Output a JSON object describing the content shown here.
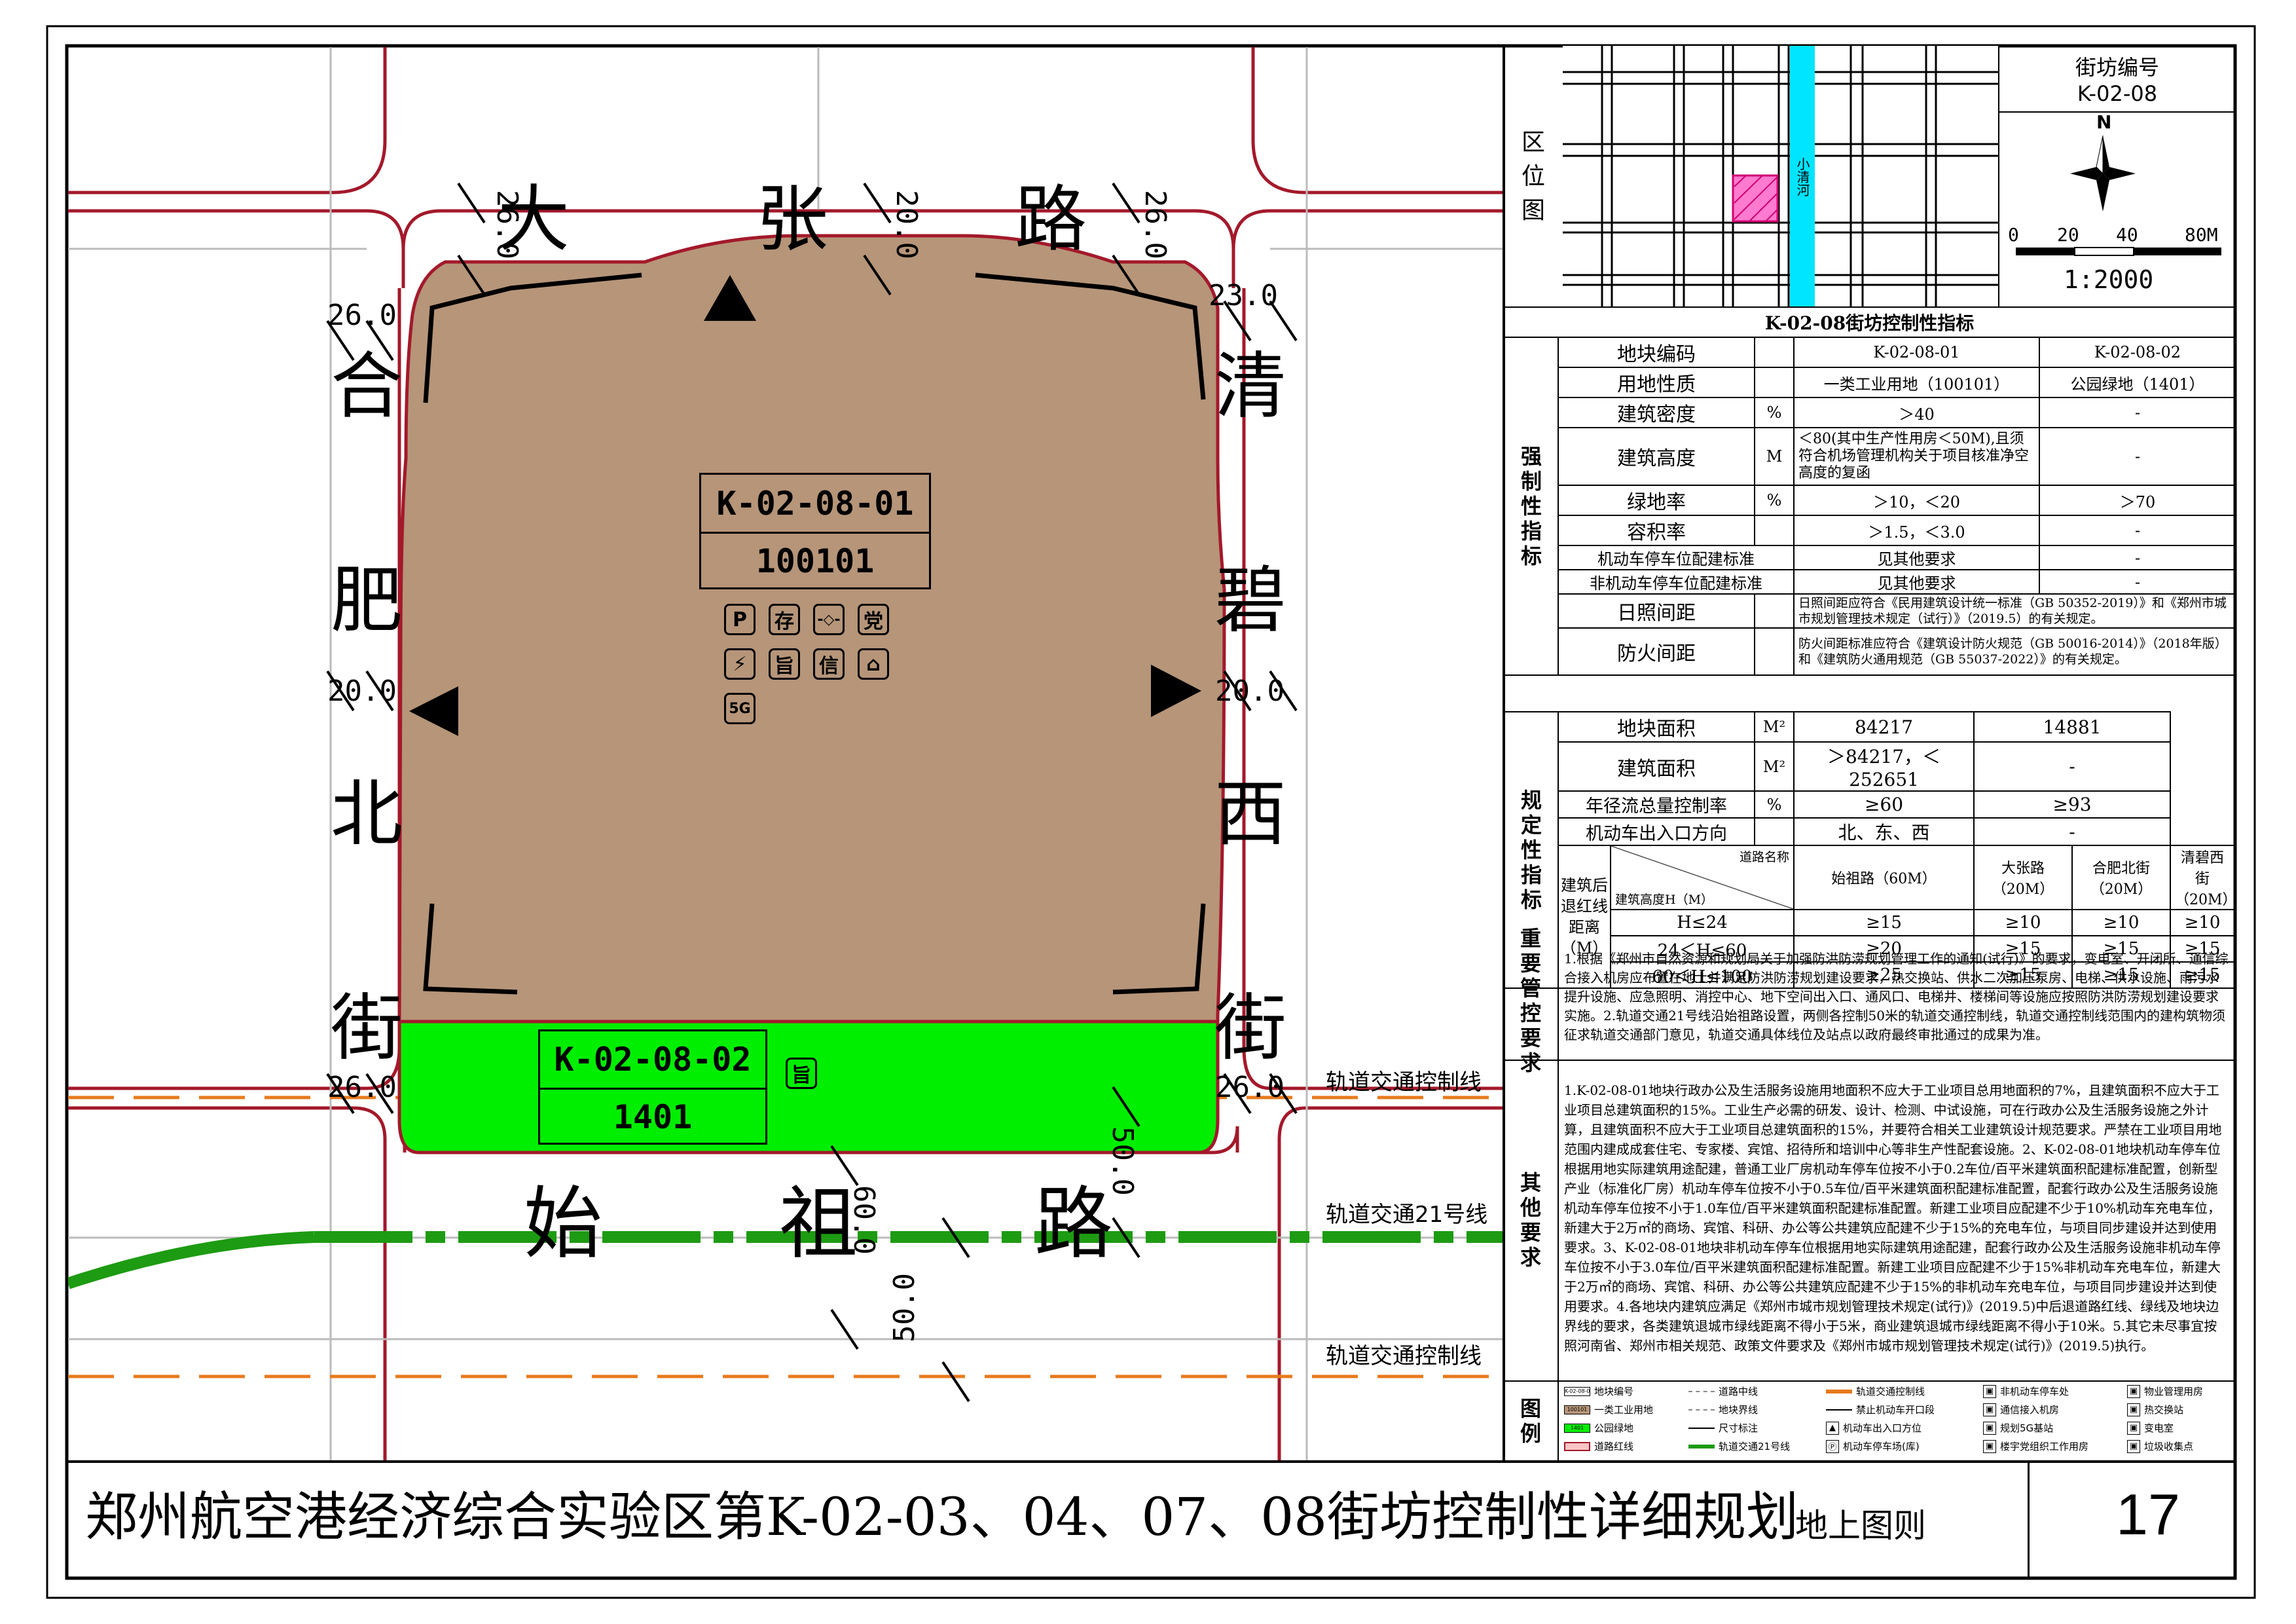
{
  "block_no_header": "街坊编号",
  "block_no": "K-02-08",
  "location_label": "区位图",
  "north_label": "N",
  "scale_ticks": [
    "0",
    "20",
    "40",
    "80M"
  ],
  "scale_ratio": "1:2000",
  "location_map_labels": {
    "river": "小清河"
  },
  "roads": {
    "top": "大张路",
    "left": "合肥北街",
    "right": "清碧西街",
    "bottom": "始祖路"
  },
  "road_widths": {
    "top_left": "26.0",
    "top_mid": "20.0",
    "top_right": "26.0",
    "left_top": "26.0",
    "right_top": "23.0",
    "left_mid": "20.0",
    "right_mid": "20.0",
    "left_bottom": "26.0",
    "right_bottom": "26.0",
    "bottom_60": "60.0",
    "bottom_50a": "50.0",
    "bottom_50b": "50.0"
  },
  "rail_lines": {
    "control_top": "轨道交通控制线",
    "line21": "轨道交通21号线",
    "control_bottom": "轨道交通控制线"
  },
  "parcel1": {
    "code": "K-02-08-01",
    "use": "100101",
    "badges": [
      "P",
      "存",
      "-◇-",
      "党",
      "⚡",
      "旨",
      "信",
      "⌂",
      "5G"
    ]
  },
  "parcel2": {
    "code": "K-02-08-02",
    "use": "1401",
    "badge": "旨"
  },
  "indicator_title": "K-02-08街坊控制性指标",
  "sections": {
    "mandatory": "强制性指标",
    "regulatory": "规定性指标",
    "important": "重要管控要求",
    "other": "其他要求",
    "legend": "图例"
  },
  "mandatory_rows": [
    {
      "label": "地块编码",
      "unit": "",
      "v1": "K-02-08-01",
      "v2": "K-02-08-02"
    },
    {
      "label": "用地性质",
      "unit": "",
      "v1": "一类工业用地（100101）",
      "v2": "公园绿地（1401）"
    },
    {
      "label": "建筑密度",
      "unit": "%",
      "v1": "＞40",
      "v2": "-"
    },
    {
      "label": "建筑高度",
      "unit": "M",
      "v1": "＜80(其中生产性用房＜50M),且须符合机场管理机构关于项目核准净空高度的复函",
      "v2": "-"
    },
    {
      "label": "绿地率",
      "unit": "%",
      "v1": "＞10，＜20",
      "v2": "＞70"
    },
    {
      "label": "容积率",
      "unit": "",
      "v1": "＞1.5，＜3.0",
      "v2": "-"
    },
    {
      "label": "机动车停车位配建标准",
      "unit": "",
      "v1": "见其他要求",
      "v2": "-"
    },
    {
      "label": "非机动车停车位配建标准",
      "unit": "",
      "v1": "见其他要求",
      "v2": "-"
    },
    {
      "label": "日照间距",
      "unit": "",
      "text": "日照间距应符合《民用建筑设计统一标准（GB 50352-2019）》和《郑州市城市规划管理技术规定（试行）》（2019.5）的有关规定。"
    },
    {
      "label": "防火间距",
      "unit": "",
      "text": "防火间距标准应符合《建筑设计防火规范（GB 50016-2014）》（2018年版）和《建筑防火通用规范（GB 55037-2022）》的有关规定。"
    }
  ],
  "regulatory_rows": [
    {
      "label": "地块面积",
      "unit": "M²",
      "v1": "84217",
      "v2": "14881"
    },
    {
      "label": "建筑面积",
      "unit": "M²",
      "v1": "＞84217，＜252651",
      "v2": "-"
    },
    {
      "label": "年径流总量控制率",
      "unit": "%",
      "v1": "≥60",
      "v2": "≥93"
    },
    {
      "label": "机动车出入口方向",
      "unit": "",
      "v1": "北、东、西",
      "v2": "-"
    }
  ],
  "setback": {
    "side_label": "建筑后退红线距离（M）",
    "diag_top": "道路名称",
    "diag_bottom": "建筑高度H（M）",
    "roads": [
      "始祖路（60M）",
      "大张路（20M）",
      "合肥北街（20M）",
      "清碧西街（20M）"
    ],
    "rows": [
      {
        "h": "H≤24",
        "vals": [
          "≥15",
          "≥10",
          "≥10",
          "≥10"
        ]
      },
      {
        "h": "24＜H≤60",
        "vals": [
          "≥20",
          "≥15",
          "≥15",
          "≥15"
        ]
      },
      {
        "h": "60＜H≤100",
        "vals": [
          "≥25",
          "≥15",
          "≥15",
          "≥15"
        ]
      }
    ]
  },
  "important_text": "1.根据《郑州市自然资源和规划局关于加强防洪防涝规划管理工作的通知(试行)》的要求，变电室、开闭所、通信综合接入机房应布置在地上并满足防洪防涝规划建设要求，热交换站、供水二次加压泵房、电梯、供水设施、雨污水提升设施、应急照明、消控中心、地下空间出入口、通风口、电梯井、楼梯间等设施应按照防洪防涝规划建设要求实施。2.轨道交通21号线沿始祖路设置，两侧各控制50米的轨道交通控制线，轨道交通控制线范围内的建构筑物须征求轨道交通部门意见，轨道交通具体线位及站点以政府最终审批通过的成果为准。",
  "other_text": "1.K-02-08-01地块行政办公及生活服务设施用地面积不应大于工业项目总用地面积的7%，且建筑面积不应大于工业项目总建筑面积的15%。工业生产必需的研发、设计、检测、中试设施，可在行政办公及生活服务设施之外计算，且建筑面积不应大于工业项目总建筑面积的15%，并要符合相关工业建筑设计规范要求。严禁在工业项目用地范围内建成成套住宅、专家楼、宾馆、招待所和培训中心等非生产性配套设施。2、K-02-08-01地块机动车停车位根据用地实际建筑用途配建，普通工业厂房机动车停车位按不小于0.2车位/百平米建筑面积配建标准配置，创新型产业（标准化厂房）机动车停车位按不小于0.5车位/百平米建筑面积配建标准配置，配套行政办公及生活服务设施机动车停车位按不小于1.0车位/百平米建筑面积配建标准配置。新建工业项目应配建不少于10%机动车充电车位，新建大于2万㎡的商场、宾馆、科研、办公等公共建筑应配建不少于15%的充电车位，与项目同步建设并达到使用要求。3、K-02-08-01地块非机动车停车位根据用地实际建筑用途配建，配套行政办公及生活服务设施非机动车停车位按不小于3.0车位/百平米建筑面积配建标准配置。新建工业项目应配建不少于15%非机动车充电车位，新建大于2万㎡的商场、宾馆、科研、办公等公共建筑应配建不少于15%的非机动车充电车位，与项目同步建设并达到使用要求。4.各地块内建筑应满足《郑州市城市规划管理技术规定(试行)》(2019.5)中后退道路红线、绿线及地块边界线的要求，各类建筑退城市绿线距离不得小于5米，商业建筑退城市绿线距离不得小于10米。5.其它未尽事宜按照河南省、郑州市相关规范、政策文件要求及《郑州市城市规划管理技术规定(试行)》(2019.5)执行。",
  "legend_items": [
    "地块编号",
    "道路中线",
    "轨道交通控制线",
    "非机动车停车处",
    "物业管理用房",
    "一类工业用地",
    "地块界线",
    "禁止机动车开口段",
    "通信接入机房",
    "热交换站",
    "公园绿地",
    "尺寸标注",
    "机动车出入口方位",
    "规划5G基站",
    "变电室",
    "道路红线",
    "轨道交通21号线",
    "机动车停车场(库)",
    "楼宇党组织工作用房",
    "垃圾收集点"
  ],
  "legend_tags": {
    "parcel_code": "K-02-08-01",
    "industrial": "100101",
    "green": "1401"
  },
  "footer_title": "郑州航空港经济综合实验区第K-02-03、04、07、08街坊控制性详细规划",
  "footer_subtitle": "地上图则",
  "page_number": "17",
  "colors": {
    "industrial": "#b69579",
    "green": "#00ee00",
    "red_line": "#a3192b",
    "rail_control": "#e87a1c",
    "rail_line": "#1d9b12",
    "river": "#00e5ff"
  }
}
